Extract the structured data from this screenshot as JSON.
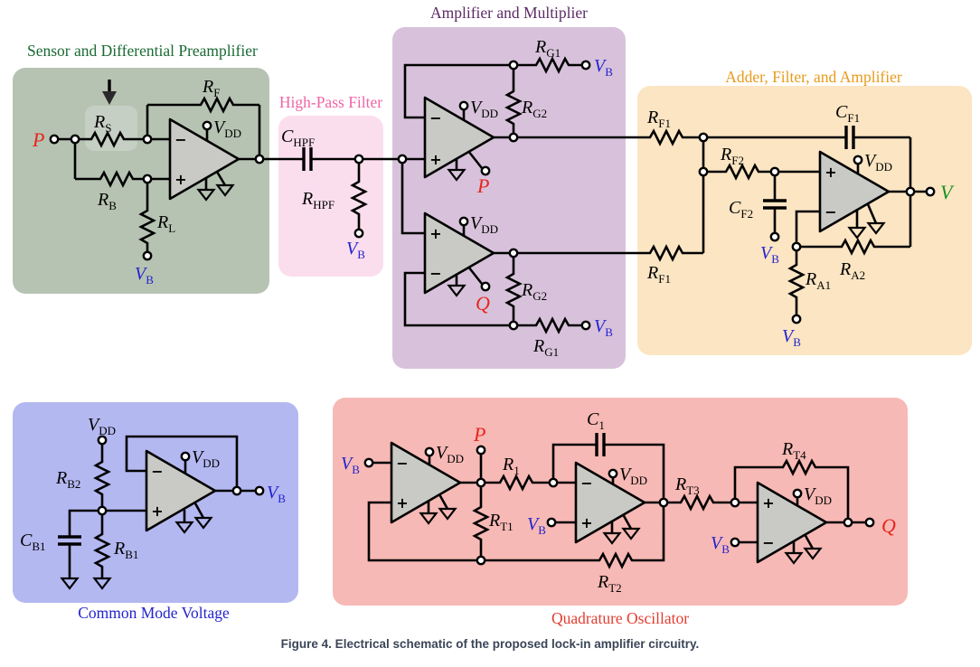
{
  "caption": "Figure 4. Electrical schematic of the proposed lock-in amplifier circuitry.",
  "blocks": {
    "preamp": {
      "title": "Sensor and Differential Preamplifier"
    },
    "hpf": {
      "title": "High-Pass Filter"
    },
    "ampmult": {
      "title": "Amplifier and Multiplier"
    },
    "adder": {
      "title": "Adder, Filter, and Amplifier"
    },
    "cmv": {
      "title": "Common Mode Voltage"
    },
    "qosc": {
      "title": "Quadrature Oscillator"
    }
  },
  "labels": {
    "p": {
      "m": "P"
    },
    "q": {
      "m": "Q"
    },
    "v": {
      "m": "V"
    },
    "vdd": {
      "m": "V",
      "s": "DD"
    },
    "vb": {
      "m": "V",
      "s": "B"
    },
    "rs": {
      "m": "R",
      "s": "S"
    },
    "rb": {
      "m": "R",
      "s": "B"
    },
    "rl": {
      "m": "R",
      "s": "L"
    },
    "rf": {
      "m": "R",
      "s": "F"
    },
    "chpf": {
      "m": "C",
      "s": "HPF"
    },
    "rhpf": {
      "m": "R",
      "s": "HPF"
    },
    "rg1": {
      "m": "R",
      "s": "G1"
    },
    "rg2": {
      "m": "R",
      "s": "G2"
    },
    "rf1": {
      "m": "R",
      "s": "F1"
    },
    "rf2": {
      "m": "R",
      "s": "F2"
    },
    "cf1": {
      "m": "C",
      "s": "F1"
    },
    "cf2": {
      "m": "C",
      "s": "F2"
    },
    "ra1": {
      "m": "R",
      "s": "A1"
    },
    "ra2": {
      "m": "R",
      "s": "A2"
    },
    "rb1": {
      "m": "R",
      "s": "B1"
    },
    "rb2": {
      "m": "R",
      "s": "B2"
    },
    "cb1": {
      "m": "C",
      "s": "B1"
    },
    "r1": {
      "m": "R",
      "s": "1"
    },
    "c1": {
      "m": "C",
      "s": "1"
    },
    "rt1": {
      "m": "R",
      "s": "T1"
    },
    "rt2": {
      "m": "R",
      "s": "T2"
    },
    "rt3": {
      "m": "R",
      "s": "T3"
    },
    "rt4": {
      "m": "R",
      "s": "T4"
    },
    "plus": "+",
    "minus": "−"
  },
  "colors": {
    "preamp_bg": "#b6c3b2",
    "preamp_title": "#1a6a33",
    "hpf_bg": "#fbdeee",
    "hpf_title": "#ef64a5",
    "ampmult_bg": "#d8c2db",
    "ampmult_title": "#5c2b66",
    "adder_bg": "#fbe5c3",
    "adder_title": "#e89b1b",
    "cmv_bg": "#b4b8f1",
    "cmv_title": "#2323cf",
    "qosc_bg": "#f7b9b5",
    "qosc_title": "#e33d31",
    "signal_red": "#e8251e",
    "bias_blue": "#2323cf",
    "output_green": "#149123",
    "opamp_fill": "#c9c9c5",
    "wire": "#000000",
    "caption_text": "#3a4557"
  }
}
